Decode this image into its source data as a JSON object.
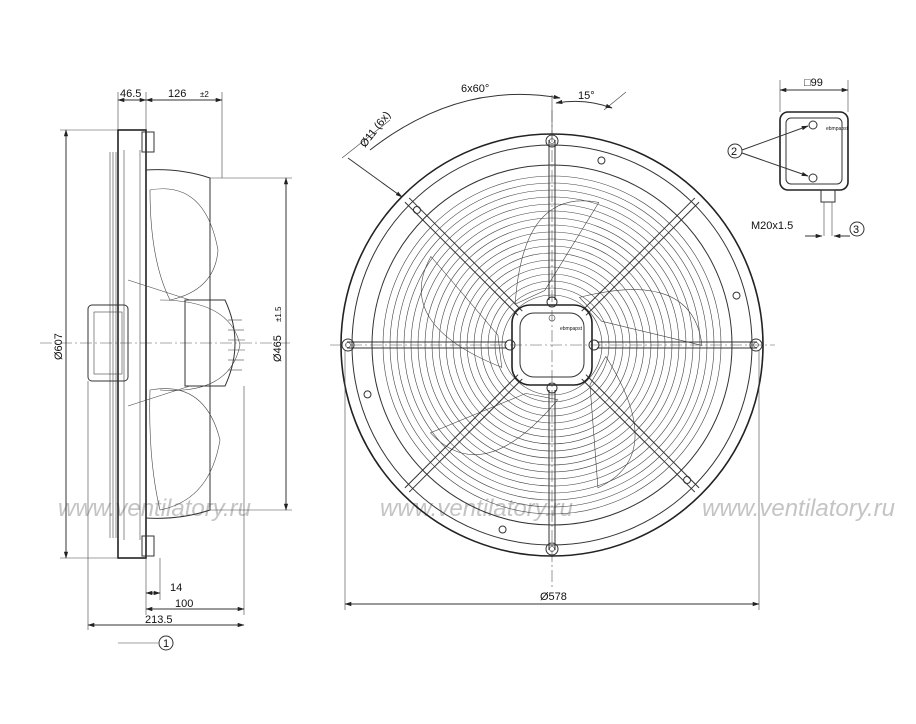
{
  "side_view": {
    "dim_flange": "46.5",
    "dim_depth": "126",
    "dim_depth_tol": "±2",
    "dim_outer_dia": "Ø607",
    "dim_blade_dia": "Ø465",
    "dim_blade_tol": "±1.5",
    "dim_bottom_1": "14",
    "dim_bottom_2": "100",
    "dim_bottom_3": "213.5",
    "callout_1": "1"
  },
  "front_view": {
    "dim_holes": "Ø11 (6x)",
    "dim_angle": "6x60°",
    "dim_offset_angle": "15°",
    "dim_guard_dia": "Ø578",
    "logo": "ebmpapst"
  },
  "terminal_box": {
    "dim_size": "□99",
    "callout_2": "2",
    "dim_gland": "M20x1.5",
    "callout_3": "3",
    "logo": "ebmpapst"
  },
  "watermark": {
    "text": "www.ventilatory.ru"
  }
}
